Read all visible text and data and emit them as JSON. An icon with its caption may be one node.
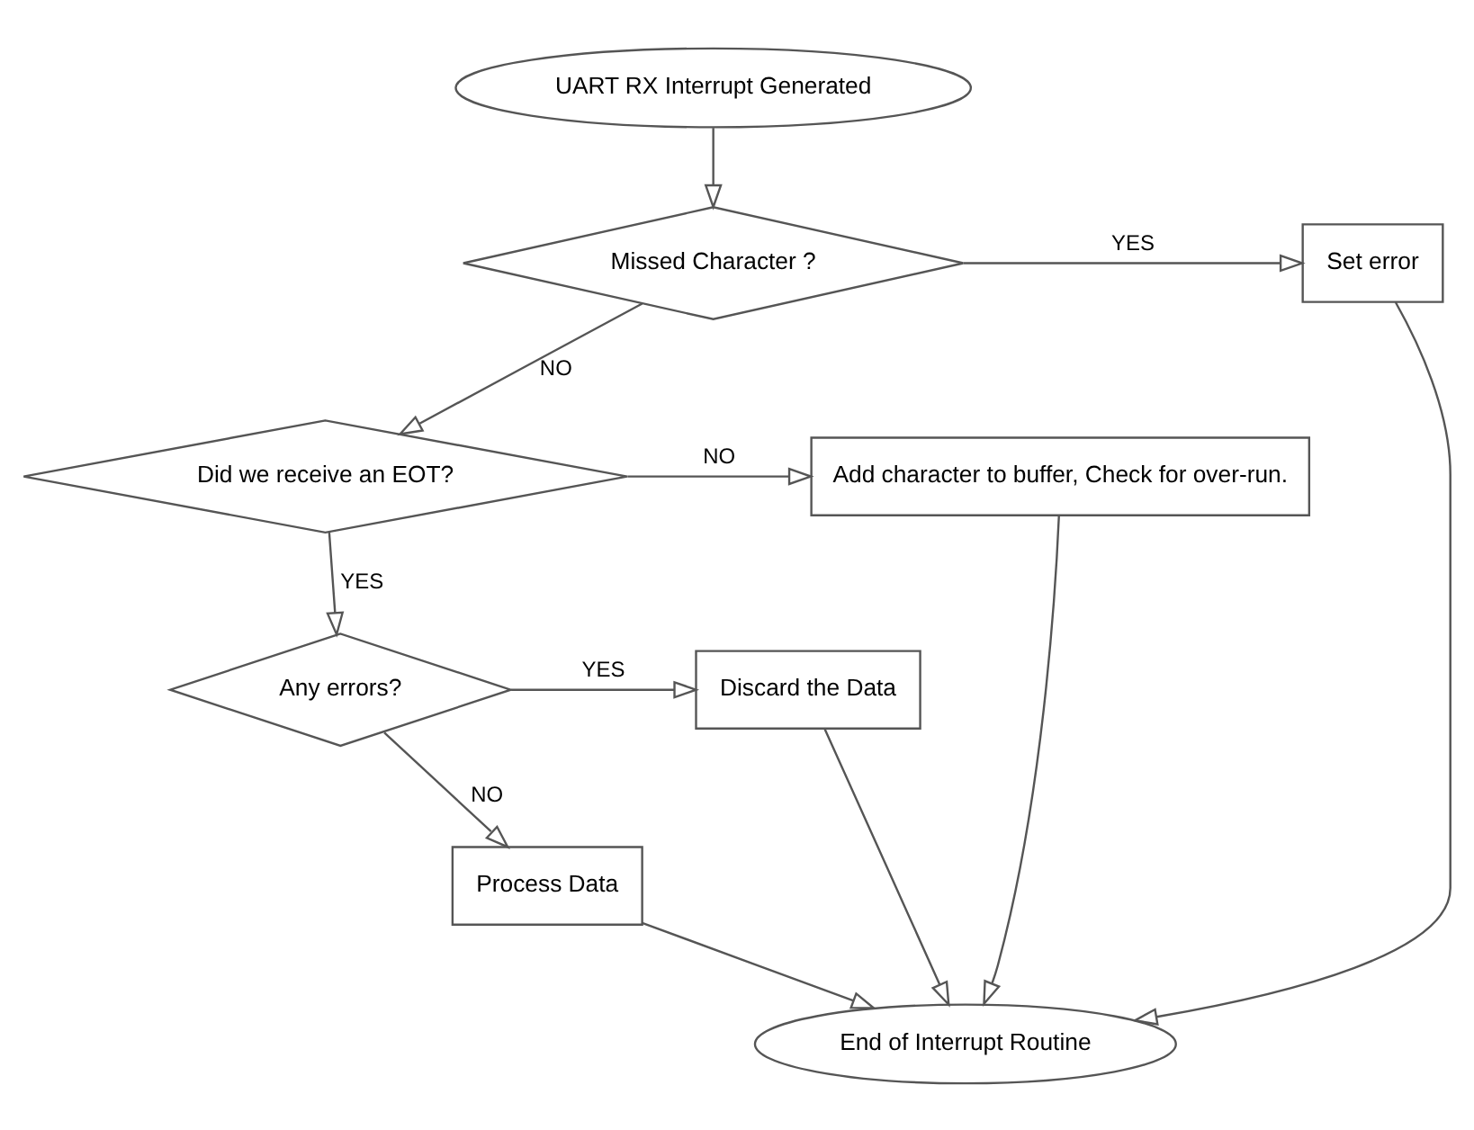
{
  "diagram": {
    "nodes": [
      {
        "text": [
          "UART RX Interrupt Generated"
        ]
      },
      {
        "text": [
          "Missed Character ?"
        ]
      },
      {
        "text": [
          "Set error"
        ]
      },
      {
        "text": [
          "Did we receive an EOT?"
        ]
      },
      {
        "text": [
          "Add character to buffer, Check for over-run."
        ]
      },
      {
        "text": [
          "Any errors?"
        ]
      },
      {
        "text": [
          "Discard the Data"
        ]
      },
      {
        "text": [
          "Process Data"
        ]
      },
      {
        "text": [
          "End of Interrupt Routine"
        ]
      }
    ],
    "edges": [
      {
        "from": 0,
        "to": 1,
        "arrow": "to"
      },
      {
        "from": 1,
        "to": 2,
        "arrow": "to",
        "label": "YES"
      },
      {
        "from": 1,
        "to": 3,
        "arrow": "to",
        "label": "NO"
      },
      {
        "from": 3,
        "to": 4,
        "arrow": "to",
        "label": "NO"
      },
      {
        "from": 3,
        "to": 5,
        "arrow": "to",
        "label": "YES"
      },
      {
        "from": 5,
        "to": 6,
        "arrow": "to",
        "label": "YES"
      },
      {
        "from": 5,
        "to": 7,
        "arrow": "to",
        "label": "NO"
      },
      {
        "from": 2,
        "to": 8,
        "arrow": "to"
      },
      {
        "from": 6,
        "to": 8,
        "arrow": "to"
      },
      {
        "from": 7,
        "to": 8,
        "arrow": "to"
      },
      {
        "from": 4,
        "to": 8,
        "arrow": "to"
      }
    ]
  }
}
